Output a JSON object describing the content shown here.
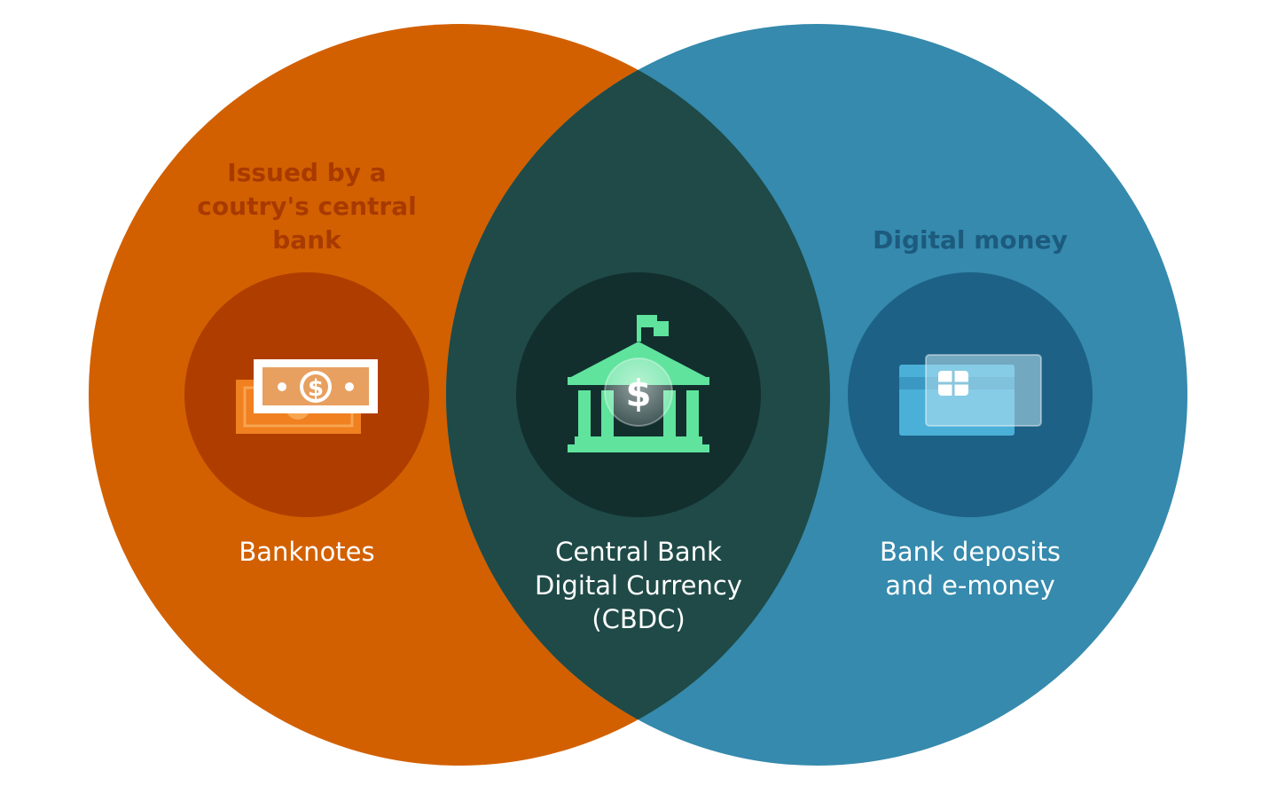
{
  "colors": {
    "left_circle": "#D26000",
    "right_circle": "#358AAD",
    "overlap": "#1F4A47",
    "left_inner": "#B03D00",
    "center_inner": "#122F2E",
    "right_inner": "#1D6186",
    "left_heading": "#A83A00",
    "right_heading": "#1C5A7E",
    "caption_text": "#FFFFFF",
    "bank_icon": "#5FE39D",
    "card_icon": "#4BB0D8"
  },
  "left": {
    "heading": "Issued by a\ncoutry's central\nbank",
    "caption": "Banknotes",
    "icon": "banknote-icon"
  },
  "center": {
    "caption": "Central Bank\nDigital Currency\n(CBDC)",
    "icon": "central-bank-icon"
  },
  "right": {
    "heading": "Digital money",
    "caption": "Bank deposits\nand e-money",
    "icon": "card-icon"
  }
}
